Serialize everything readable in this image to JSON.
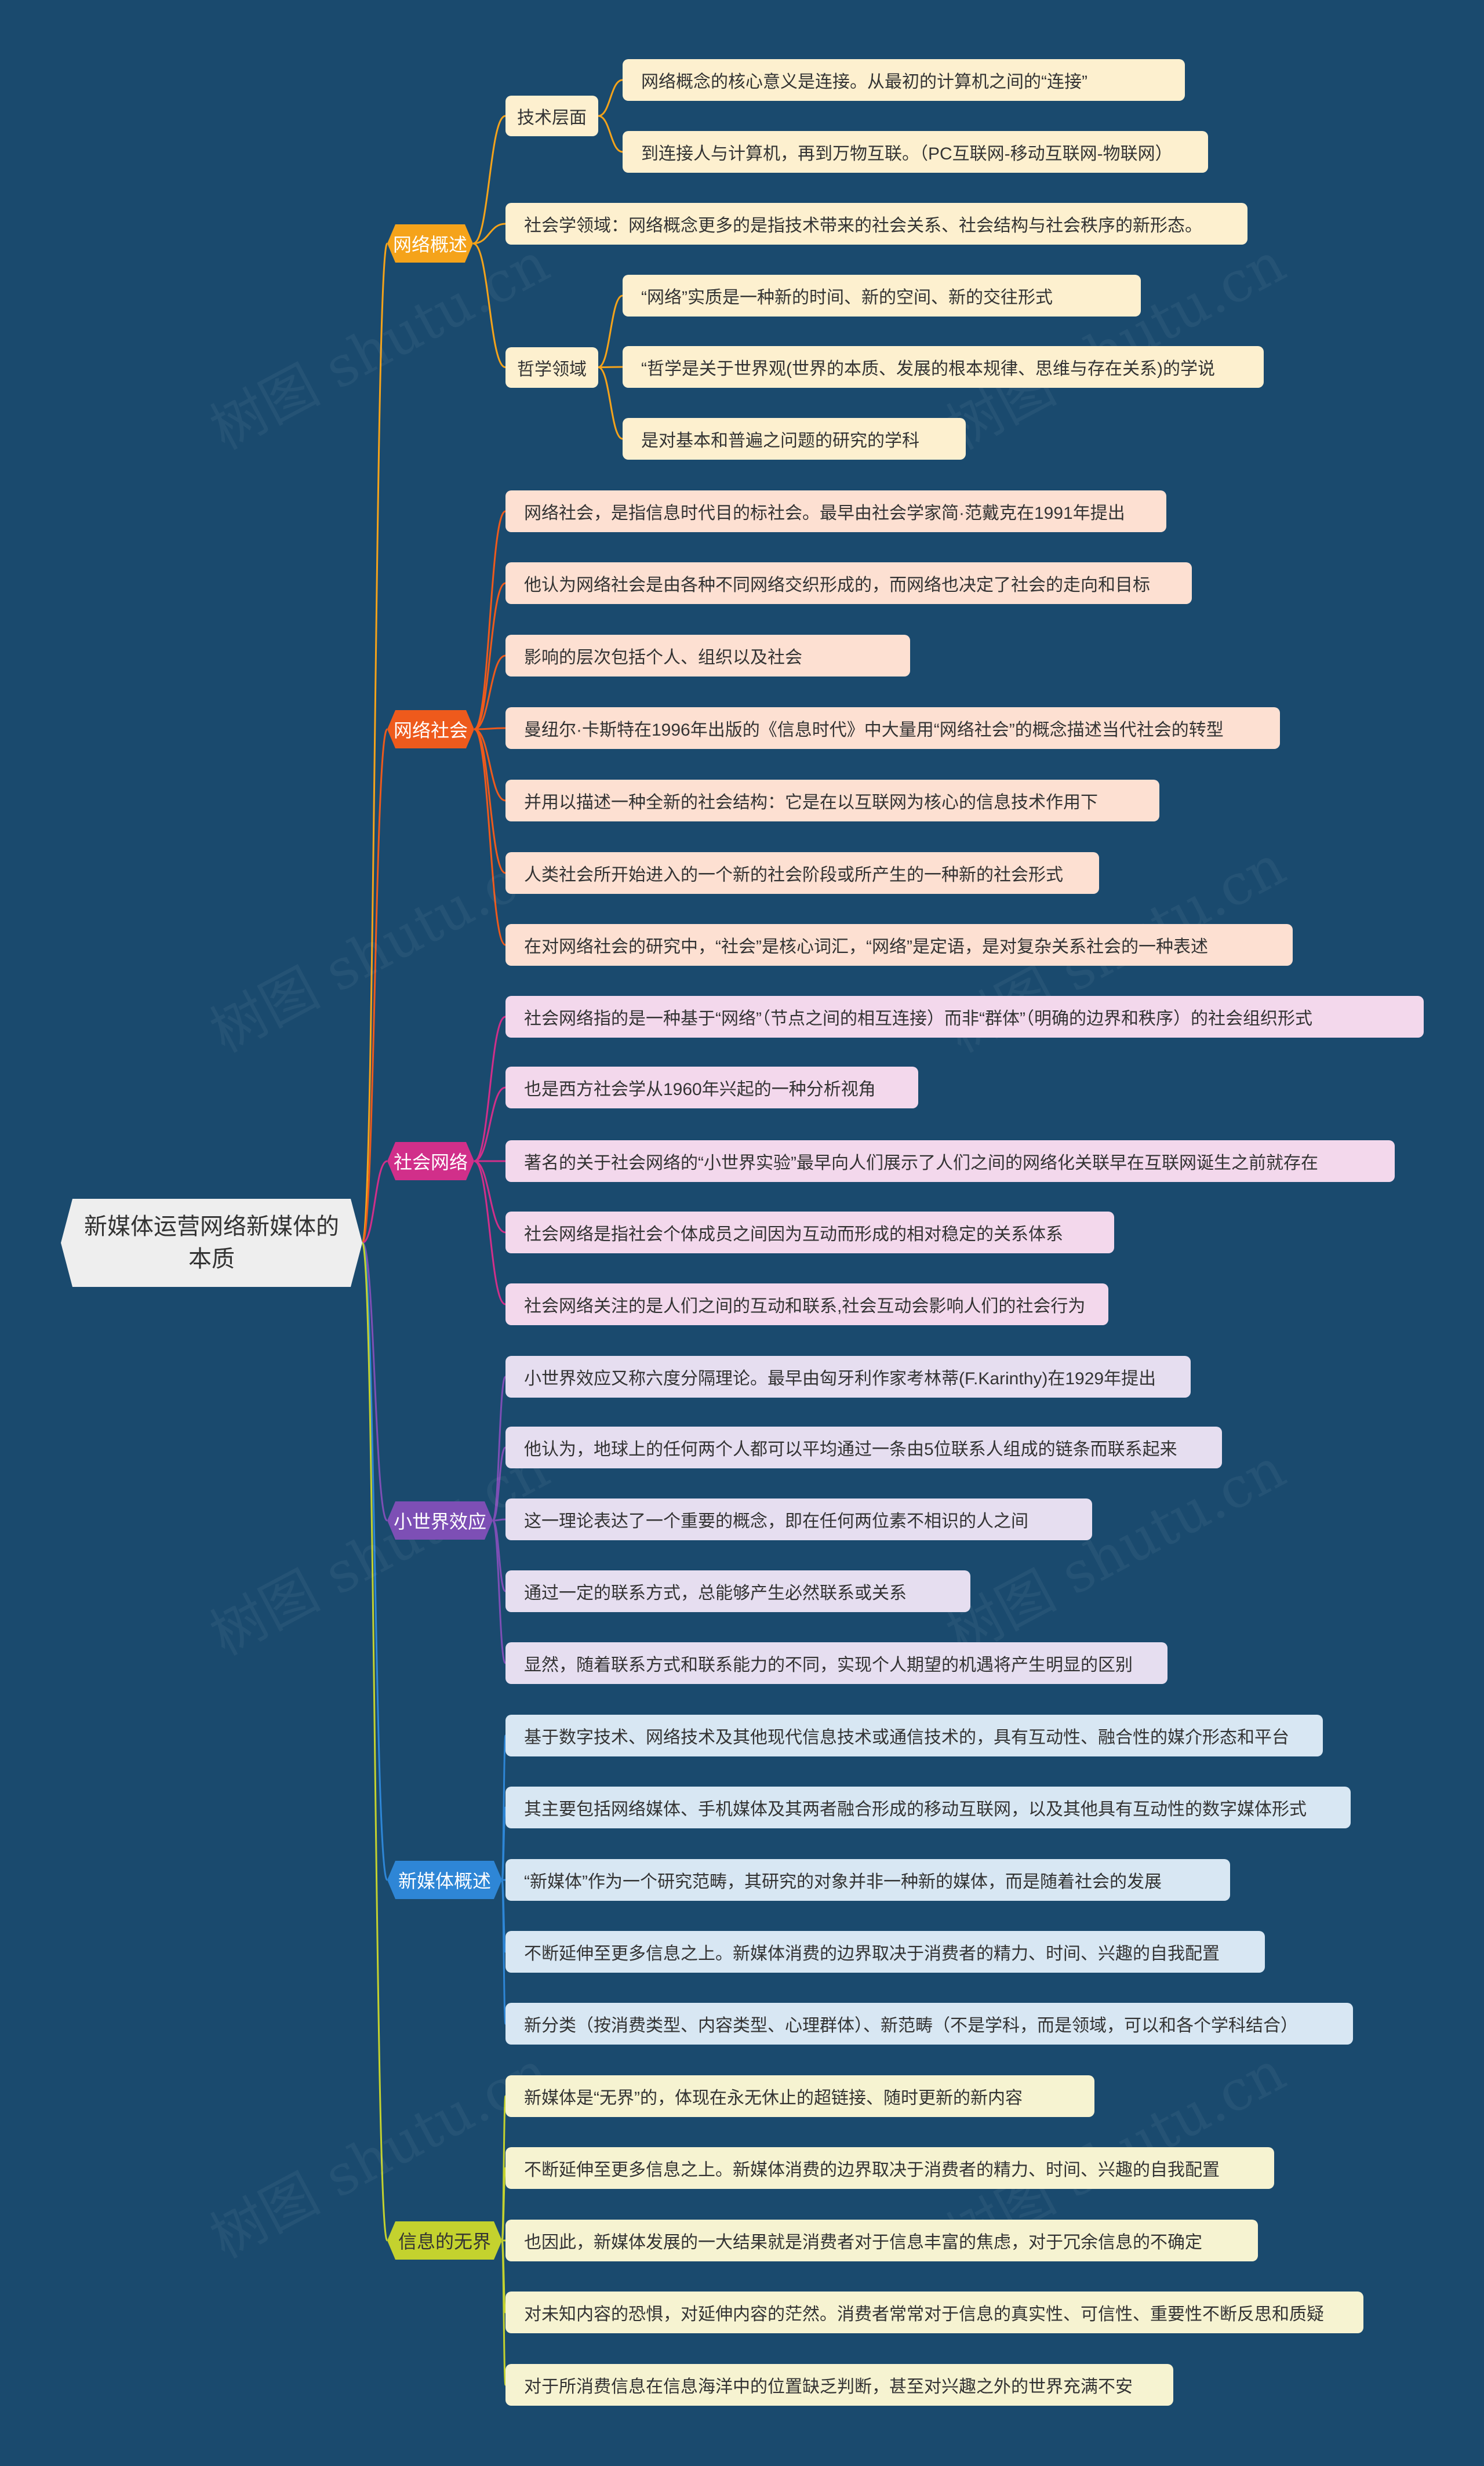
{
  "root": {
    "title": "新媒体运营网络新媒体的本质"
  },
  "watermark": "树图 shutu.cn",
  "branches": [
    {
      "label": "网络概述",
      "color": "#f5a31a",
      "leaf_bg": "#fdf0cf",
      "children": [
        {
          "label": "技术层面",
          "children": [
            "网络概念的核心意义是连接。从最初的计算机之间的“连接”",
            "到连接人与计算机，再到万物互联。（PC互联网-移动互联网-物联网）"
          ]
        },
        {
          "label": "社会学领域：网络概念更多的是指技术带来的社会关系、社会结构与社会秩序的新形态。"
        },
        {
          "label": "哲学领域",
          "children": [
            "“网络”实质是一种新的时间、新的空间、新的交往形式",
            "“哲学是关于世界观(世界的本质、发展的根本规律、思维与存在关系)的学说",
            "是对基本和普遍之问题的研究的学科"
          ]
        }
      ]
    },
    {
      "label": "网络社会",
      "color": "#ee5a1c",
      "leaf_bg": "#fde0d2",
      "children": [
        {
          "label": "网络社会，是指信息时代目的标社会。最早由社会学家简·范戴克在1991年提出"
        },
        {
          "label": "他认为网络社会是由各种不同网络交织形成的，而网络也决定了社会的走向和目标"
        },
        {
          "label": "影响的层次包括个人、组织以及社会"
        },
        {
          "label": "曼纽尔·卡斯特在1996年出版的《信息时代》中大量用“网络社会”的概念描述当代社会的转型"
        },
        {
          "label": "并用以描述一种全新的社会结构：它是在以互联网为核心的信息技术作用下"
        },
        {
          "label": "人类社会所开始进入的一个新的社会阶段或所产生的一种新的社会形式"
        },
        {
          "label": "在对网络社会的研究中，“社会”是核心词汇，“网络”是定语，是对复杂关系社会的一种表述"
        }
      ]
    },
    {
      "label": "社会网络",
      "color": "#d12f8a",
      "leaf_bg": "#f3d8ec",
      "children": [
        {
          "label": "社会网络指的是一种基于“网络”（节点之间的相互连接）而非“群体”（明确的边界和秩序）的社会组织形式"
        },
        {
          "label": "也是西方社会学从1960年兴起的一种分析视角"
        },
        {
          "label": "著名的关于社会网络的“小世界实验”最早向人们展示了人们之间的网络化关联早在互联网诞生之前就存在"
        },
        {
          "label": "社会网络是指社会个体成员之间因为互动而形成的相对稳定的关系体系"
        },
        {
          "label": "社会网络关注的是人们之间的互动和联系,社会互动会影响人们的社会行为"
        }
      ]
    },
    {
      "label": "小世界效应",
      "color": "#7d4fb5",
      "leaf_bg": "#e6def0",
      "children": [
        {
          "label": "小世界效应又称六度分隔理论。最早由匈牙利作家考林蒂(F.Karinthy)在1929年提出"
        },
        {
          "label": "他认为，地球上的任何两个人都可以平均通过一条由5位联系人组成的链条而联系起来"
        },
        {
          "label": "这一理论表达了一个重要的概念，即在任何两位素不相识的人之间"
        },
        {
          "label": "通过一定的联系方式，总能够产生必然联系或关系"
        },
        {
          "label": "显然，随着联系方式和联系能力的不同，实现个人期望的机遇将产生明显的区别"
        }
      ]
    },
    {
      "label": "新媒体概述",
      "color": "#2e86d6",
      "leaf_bg": "#d8e7f3",
      "children": [
        {
          "label": "基于数字技术、网络技术及其他现代信息技术或通信技术的，具有互动性、融合性的媒介形态和平台"
        },
        {
          "label": "其主要包括网络媒体、手机媒体及其两者融合形成的移动互联网，以及其他具有互动性的数字媒体形式"
        },
        {
          "label": "“新媒体”作为一个研究范畴，其研究的对象并非一种新的媒体，而是随着社会的发展"
        },
        {
          "label": "不断延伸至更多信息之上。新媒体消费的边界取决于消费者的精力、时间、兴趣的自我配置"
        },
        {
          "label": "新分类（按消费类型、内容类型、心理群体）、新范畴（不是学科，而是领域，可以和各个学科结合）"
        }
      ]
    },
    {
      "label": "信息的无界",
      "color": "#c4d22e",
      "leaf_bg": "#f6f3d1",
      "dark_text": true,
      "children": [
        {
          "label": "新媒体是“无界”的，体现在永无休止的超链接、随时更新的新内容"
        },
        {
          "label": "不断延伸至更多信息之上。新媒体消费的边界取决于消费者的精力、时间、兴趣的自我配置"
        },
        {
          "label": "也因此，新媒体发展的一大结果就是消费者对于信息丰富的焦虑，对于冗余信息的不确定"
        },
        {
          "label": "对未知内容的恐惧，对延伸内容的茫然。消费者常常对于信息的真实性、可信性、重要性不断反思和质疑"
        },
        {
          "label": "对于所消费信息在信息海洋中的位置缺乏判断，甚至对兴趣之外的世界充满不安"
        }
      ]
    }
  ]
}
